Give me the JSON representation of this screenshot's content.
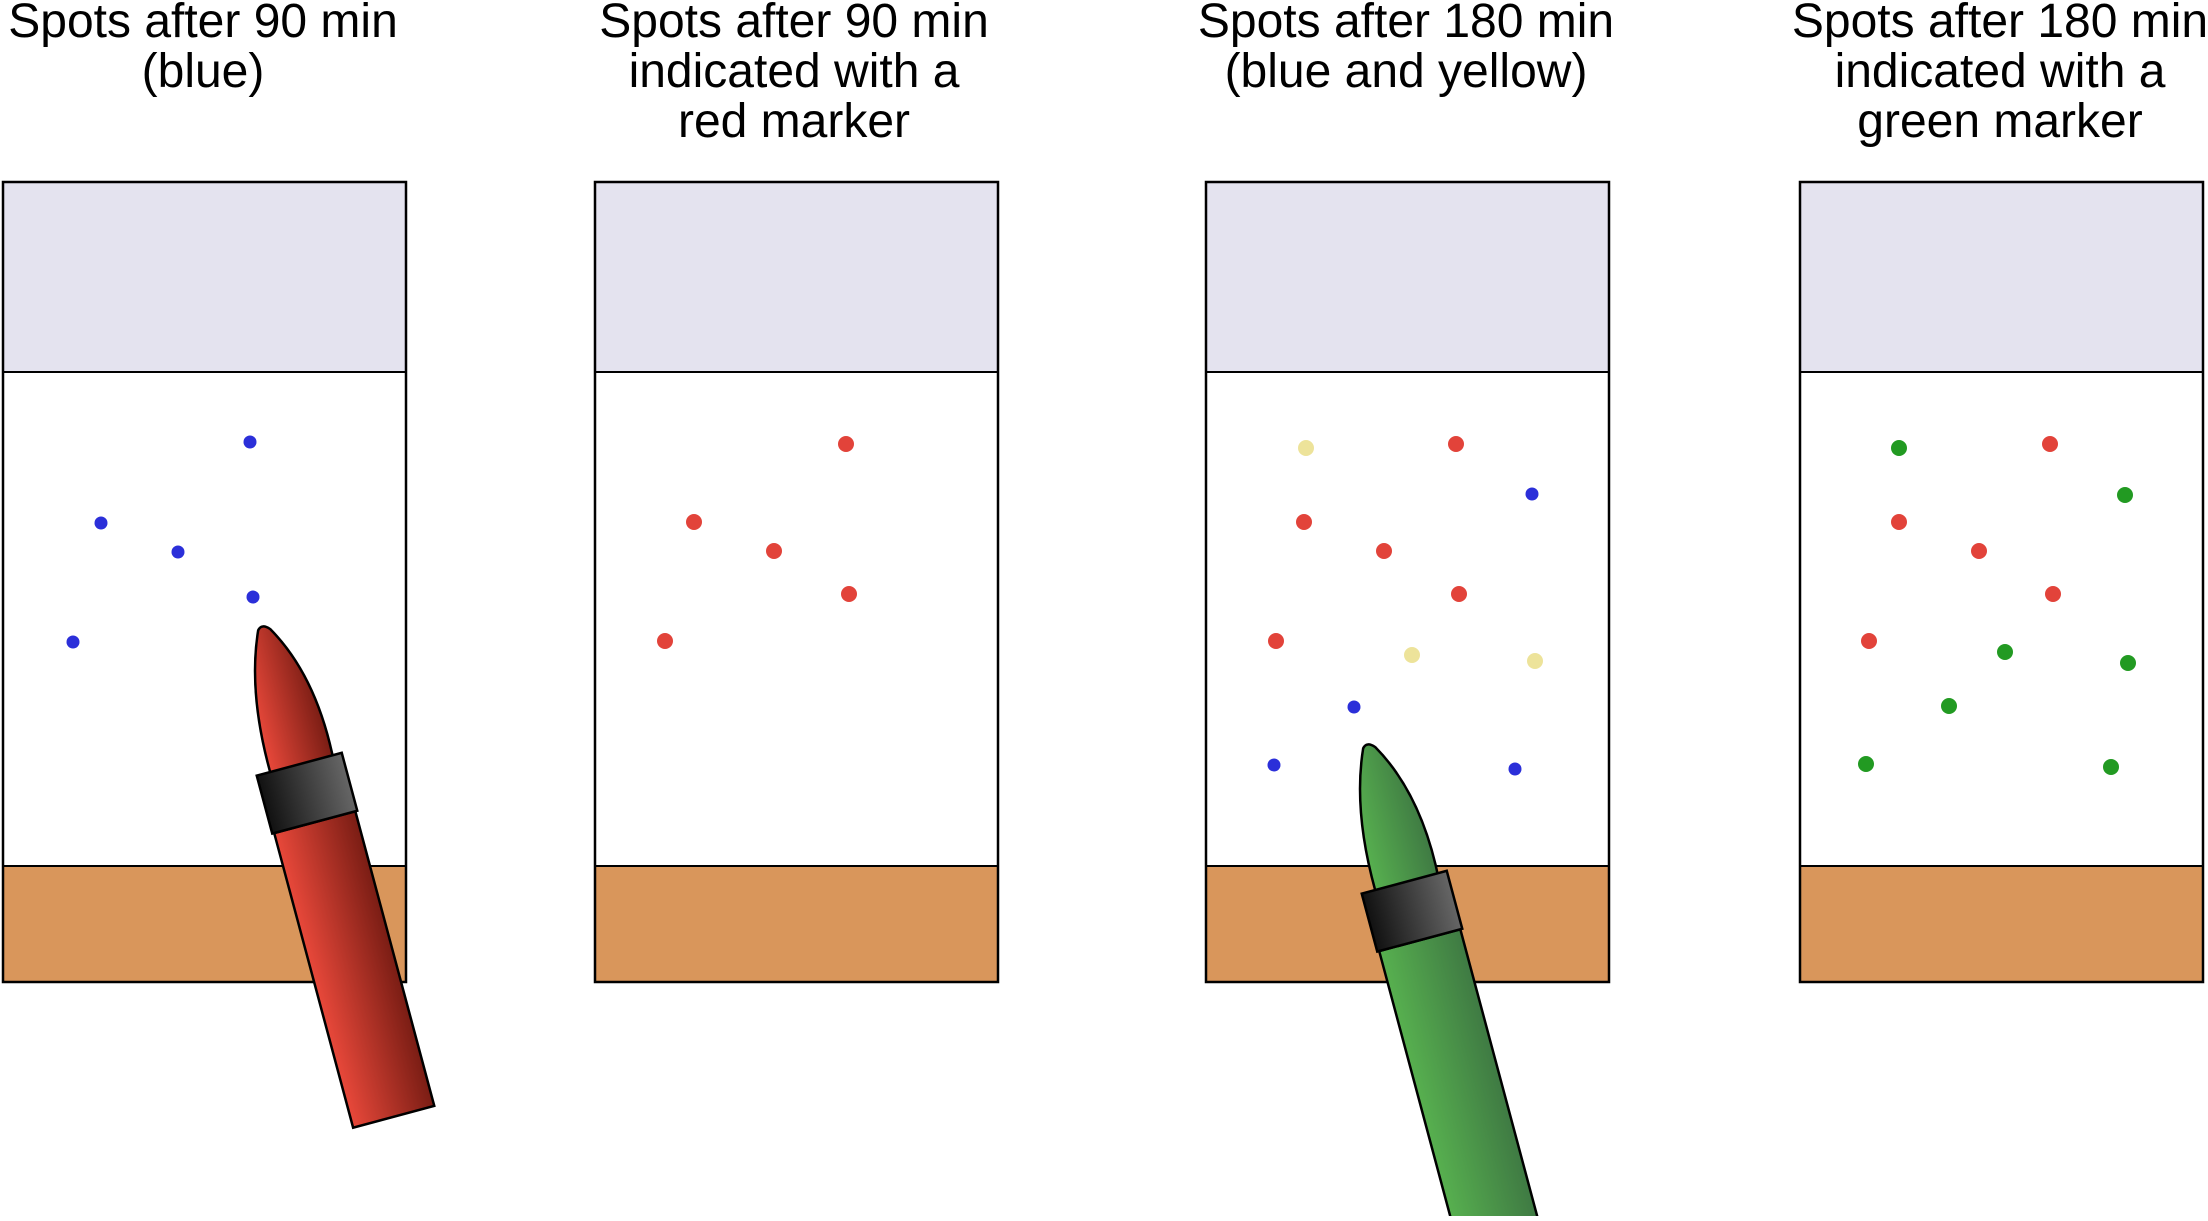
{
  "colors": {
    "background": "#ffffff",
    "outline": "#000000",
    "cap_band": "#e4e3ef",
    "base_band": "#d9965b",
    "spot_blue": "#2b2fd9",
    "spot_yellow": "#ede39a",
    "spot_red": "#e2433a",
    "spot_green": "#229a22",
    "marker_red": "#d43a2c",
    "marker_red_dark": "#7a1d14",
    "marker_green": "#4e9a4c",
    "marker_green_dark": "#2f6a2e",
    "marker_collar": "#2a2a2a"
  },
  "panels": [
    {
      "title_lines": [
        "Spots after 90 min",
        "(blue)"
      ],
      "spots": [
        {
          "color": "blue"
        },
        {
          "color": "blue"
        },
        {
          "color": "blue"
        },
        {
          "color": "blue"
        },
        {
          "color": "blue"
        }
      ],
      "marker": "red"
    },
    {
      "title_lines": [
        "Spots after 90 min",
        "indicated with a",
        "red marker"
      ],
      "spots": [
        {
          "color": "red"
        },
        {
          "color": "red"
        },
        {
          "color": "red"
        },
        {
          "color": "red"
        },
        {
          "color": "red"
        }
      ],
      "marker": null
    },
    {
      "title_lines": [
        "Spots after 180 min",
        "(blue and yellow)"
      ],
      "spots": [
        {
          "color": "yellow"
        },
        {
          "color": "red"
        },
        {
          "color": "blue"
        },
        {
          "color": "red"
        },
        {
          "color": "red"
        },
        {
          "color": "red"
        },
        {
          "color": "red"
        },
        {
          "color": "yellow"
        },
        {
          "color": "yellow"
        },
        {
          "color": "blue"
        },
        {
          "color": "blue"
        },
        {
          "color": "blue"
        }
      ],
      "marker": "green"
    },
    {
      "title_lines": [
        "Spots after 180 min",
        "indicated with a",
        "green marker"
      ],
      "spots": [
        {
          "color": "green"
        },
        {
          "color": "red"
        },
        {
          "color": "green"
        },
        {
          "color": "red"
        },
        {
          "color": "red"
        },
        {
          "color": "red"
        },
        {
          "color": "red"
        },
        {
          "color": "green"
        },
        {
          "color": "green"
        },
        {
          "color": "green"
        },
        {
          "color": "green"
        },
        {
          "color": "green"
        }
      ],
      "marker": null
    }
  ]
}
